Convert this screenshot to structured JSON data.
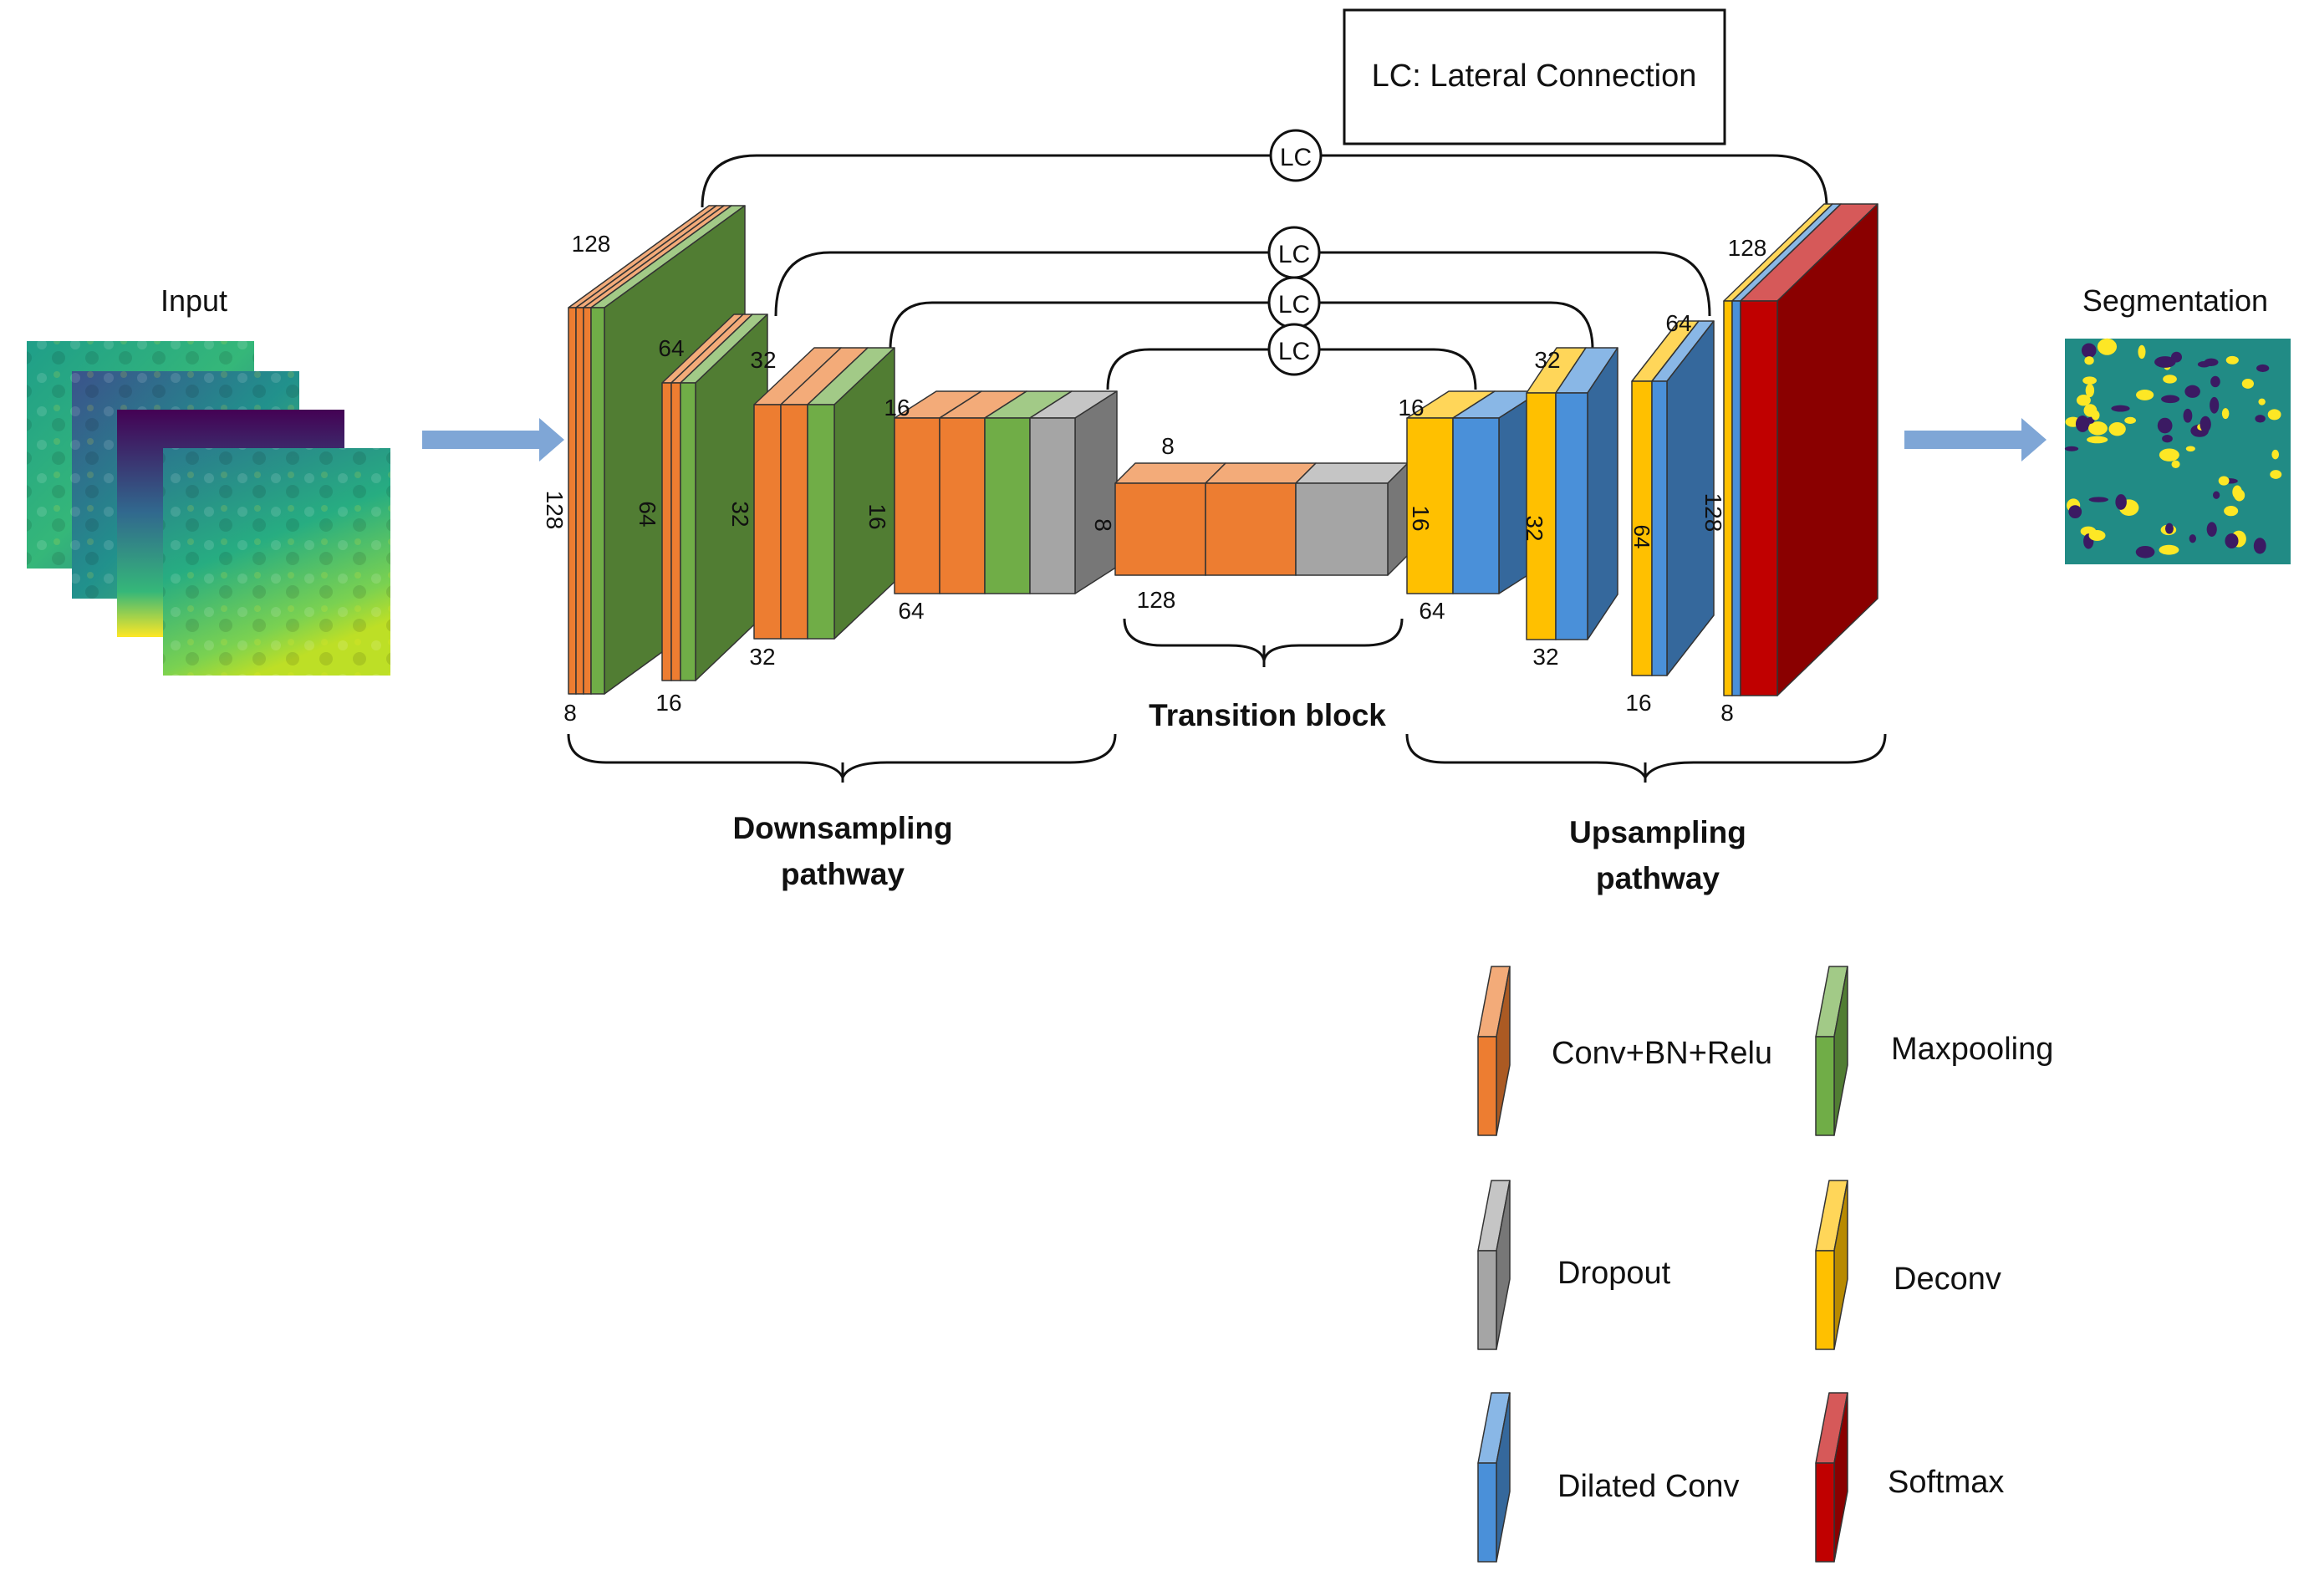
{
  "labels": {
    "input": "Input",
    "segmentation": "Segmentation",
    "lc_box": "LC: Lateral Connection",
    "lc": "LC",
    "transition": "Transition block",
    "down_1": "Downsampling",
    "down_2": "pathway",
    "up_1": "Upsampling",
    "up_2": "pathway"
  },
  "dims": {
    "e1_top": "128",
    "e1_side": "128",
    "e1_bot": "8",
    "e2_top": "64",
    "e2_side": "64",
    "e2_bot": "16",
    "e3_top": "32",
    "e3_side": "32",
    "e3_bot": "32",
    "e4_top": "16",
    "e4_side": "16",
    "e4_bot": "64",
    "e5_side": "8",
    "t_top": "8",
    "t_bot": "128",
    "d4_top": "16",
    "d4_side": "16",
    "d4_bot": "64",
    "d3_top": "32",
    "d3_side": "32",
    "d3_bot": "32",
    "d2_top": "64",
    "d2_side": "64",
    "d2_bot": "16",
    "d1_top": "128",
    "d1_side": "128",
    "d1_bot": "8"
  },
  "legend": [
    {
      "label": "Conv+BN+Relu",
      "color": "#ED7D31",
      "icon": "conv-bn-relu-block-icon"
    },
    {
      "label": "Maxpooling",
      "color": "#70AD47",
      "icon": "maxpooling-block-icon"
    },
    {
      "label": "Dropout",
      "color": "#A5A5A5",
      "icon": "dropout-block-icon"
    },
    {
      "label": "Deconv",
      "color": "#FFC000",
      "icon": "deconv-block-icon"
    },
    {
      "label": "Dilated Conv",
      "color": "#4A90D9",
      "icon": "dilated-conv-block-icon"
    },
    {
      "label": "Softmax",
      "color": "#C00000",
      "icon": "softmax-block-icon"
    }
  ]
}
